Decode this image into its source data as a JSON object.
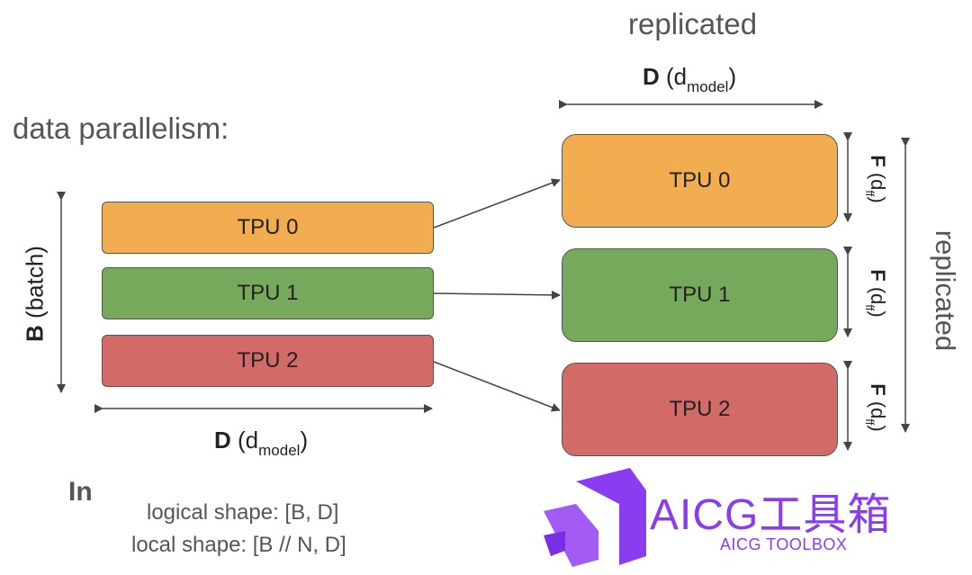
{
  "title": "data parallelism:",
  "top_label": "replicated",
  "right_label": "replicated",
  "left_devices": [
    {
      "label": "TPU 0",
      "color": "#f1ad50"
    },
    {
      "label": "TPU 1",
      "color": "#77a95c"
    },
    {
      "label": "TPU 2",
      "color": "#d26a68"
    }
  ],
  "right_devices": [
    {
      "label": "TPU 0",
      "color": "#f1ad50"
    },
    {
      "label": "TPU 1",
      "color": "#77a95c"
    },
    {
      "label": "TPU 2",
      "color": "#d26a68"
    }
  ],
  "axis": {
    "batch_symbol": "B",
    "batch_text": "(batch)",
    "d_symbol": "D",
    "d_open": "(d",
    "d_sub": "model",
    "d_close": ")",
    "f_symbol": "F",
    "f_open": "(d",
    "f_sub": "ff",
    "f_close": ")"
  },
  "footer": {
    "in_label": "In",
    "logical_shape": "logical shape: [B, D]",
    "local_shape": "local shape: [B // N, D]"
  },
  "watermark": {
    "text": "AICG工具箱",
    "subtext": "AICG TOOLBOX",
    "color": "#8a3cf0"
  }
}
